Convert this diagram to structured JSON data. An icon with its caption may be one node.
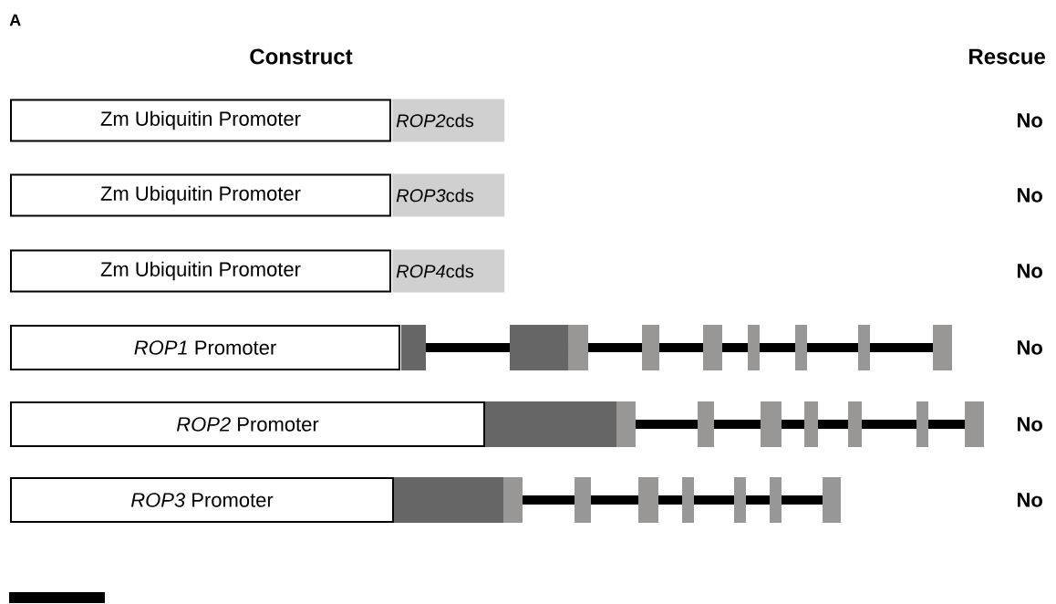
{
  "diagram": {
    "nodes": [
      {
        "text": [
          "Zm Ubiquitin Promoter"
        ]
      },
      {
        "text": [
          "ROP2",
          "cds"
        ]
      },
      {
        "text": [
          "Zm Ubiquitin Promoter"
        ]
      },
      {
        "text": [
          "ROP3",
          "cds"
        ]
      },
      {
        "text": [
          "Zm Ubiquitin Promoter"
        ]
      },
      {
        "text": [
          "ROP4",
          "cds"
        ]
      },
      {
        "text": [
          "*ROP1* Promoter"
        ]
      },
      {
        "text": [
          "*ROP2* Promoter"
        ]
      },
      {
        "text": [
          "*ROP3* Promoter"
        ]
      }
    ],
    "labels": [
      "A",
      "Construct",
      "Rescue",
      "No",
      "No",
      "No",
      "No",
      "No",
      "No"
    ]
  }
}
